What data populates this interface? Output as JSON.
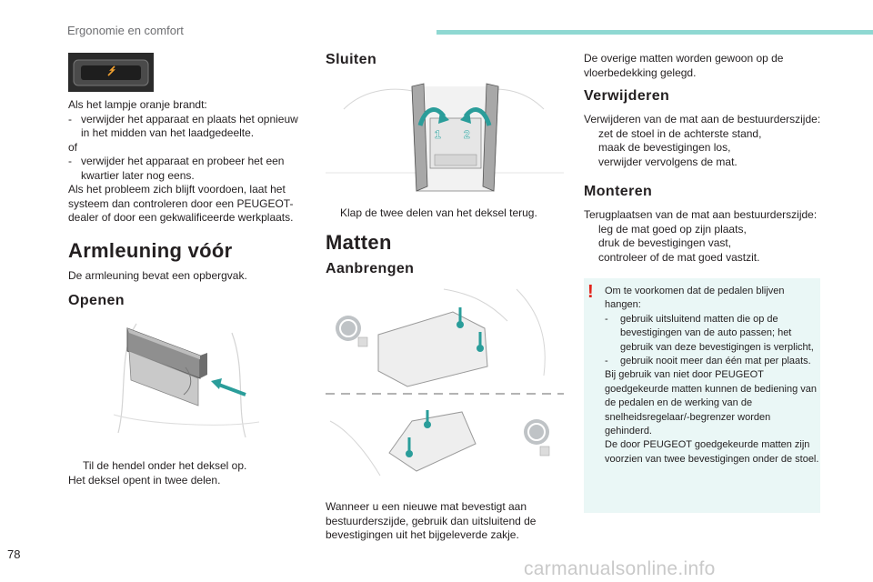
{
  "header": {
    "title": "Ergonomie en comfort"
  },
  "page_number": "78",
  "watermark": "carmanualsonline.info",
  "col1": {
    "lamp_intro": "Als het lampje oranje brandt:",
    "lamp_step1": "verwijder het apparaat en plaats het opnieuw in het midden van het laadgedeelte.",
    "or": "of",
    "lamp_step2": "verwijder het apparaat en probeer het een kwartier later nog eens.",
    "problem_text": "Als het probleem zich blijft voordoen, laat het systeem dan controleren door een PEUGEOT-dealer of door een gekwalificeerde werkplaats.",
    "armrest_title": "Armleuning vóór",
    "armrest_desc": "De armleuning bevat een opbergvak.",
    "open_title": "Openen",
    "open_step": "Til de hendel onder het deksel op.",
    "open_result": "Het deksel opent in twee delen."
  },
  "col2": {
    "close_title": "Sluiten",
    "close_step": "Klap de twee delen van het deksel terug.",
    "mats_title": "Matten",
    "install_title": "Aanbrengen",
    "install_text": "Wanneer u een nieuwe mat bevestigt aan bestuurderszijde, gebruik dan uitsluitend de bevestigingen uit het bijgeleverde zakje.",
    "badge_1": "1",
    "badge_2": "2"
  },
  "col3": {
    "other_mats": "De overige matten worden gewoon op de vloerbedekking gelegd.",
    "remove_title": "Verwijderen",
    "remove_intro": "Verwijderen van de mat aan de bestuurderszijde:",
    "remove_steps": [
      "zet de stoel in de achterste stand,",
      "maak de bevestigingen los,",
      "verwijder vervolgens de mat."
    ],
    "mount_title": "Monteren",
    "mount_intro": "Terugplaatsen van de mat aan bestuurderszijde:",
    "mount_steps": [
      "leg de mat goed op zijn plaats,",
      "druk de bevestigingen vast,",
      "controleer of de mat goed vastzit."
    ]
  },
  "warning": {
    "mark": "!",
    "intro": "Om te voorkomen dat de pedalen blijven hangen:",
    "item1": "gebruik uitsluitend matten die op de bevestigingen van de auto passen; het gebruik van deze bevestigingen is verplicht,",
    "item2": "gebruik nooit meer dan één mat per plaats.",
    "para1": "Bij gebruik van niet door PEUGEOT goedgekeurde matten kunnen de bediening van de pedalen en de werking van de snelheidsregelaar/-begrenzer worden gehinderd.",
    "para2": "De door PEUGEOT goedgekeurde matten zijn voorzien van twee bevestigingen onder de stoel."
  },
  "symbols": {
    "dash": "-",
    "step_arrow": ""
  },
  "colors": {
    "accent_bar": "#8fd8d2",
    "warning_bg": "#eaf7f6",
    "warning_mark": "#e2231a",
    "arrow_teal": "#2a9d9a"
  }
}
